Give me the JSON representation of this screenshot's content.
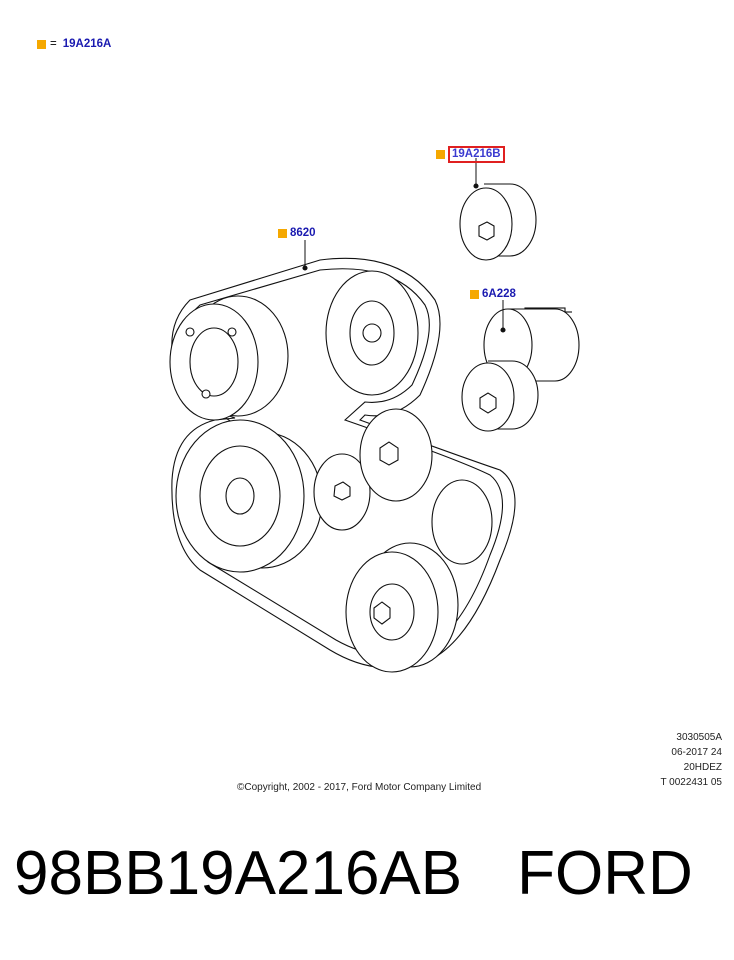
{
  "legend": {
    "marker_color": "#f5a800",
    "equals": "=",
    "code": "19A216A"
  },
  "callouts": {
    "tensioner_pulley": "19A216B",
    "belt": "8620",
    "tensioner": "6A228"
  },
  "colors": {
    "code_text": "#1a1ab0",
    "highlight_border": "#e02020",
    "marker": "#f5a800"
  },
  "meta": {
    "line1": "3030505A",
    "line2": "06-2017 24",
    "line3": "20HDEZ",
    "line4": "T 0022431 05"
  },
  "copyright": "©Copyright, 2002 - 2017, Ford Motor Company Limited",
  "part_number": "98BB19A216AB",
  "brand": "FORD"
}
